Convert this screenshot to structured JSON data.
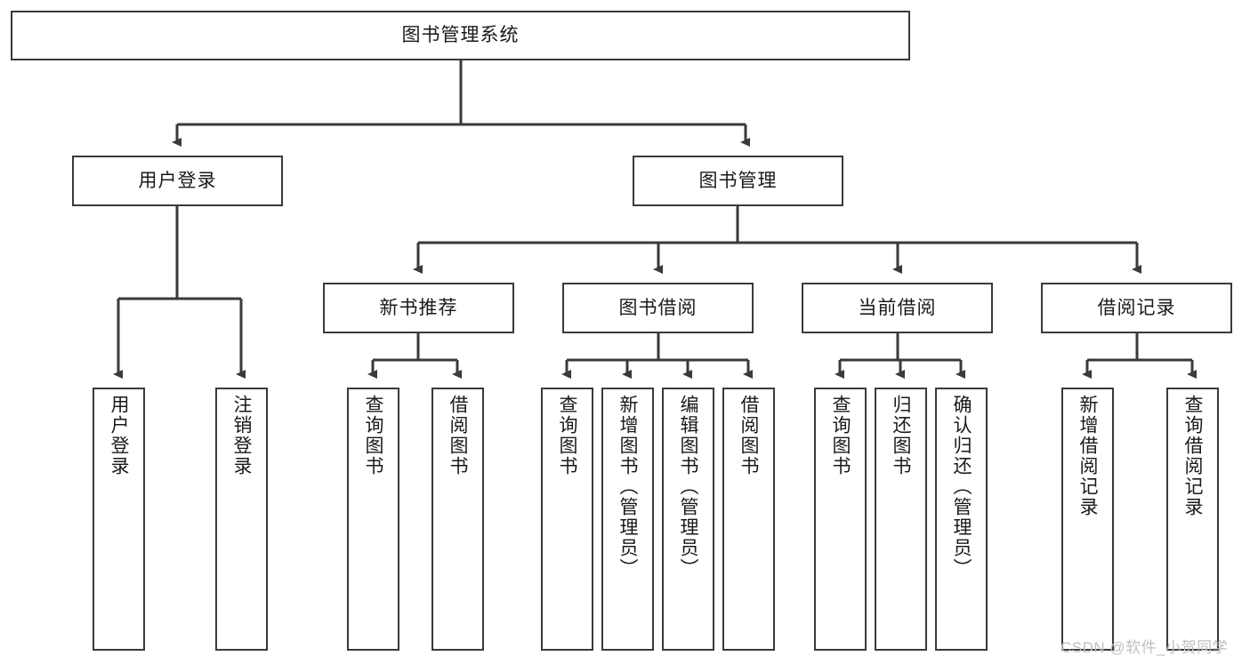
{
  "diagram": {
    "type": "tree-hierarchy-chart",
    "title": "图书管理系统",
    "stroke_color": "#3a3a3a",
    "fill_color": "#ffffff",
    "text_color": "#1a1a1a",
    "root": {
      "id": "root",
      "label": "图书管理系统"
    },
    "level2": [
      {
        "id": "user-login",
        "label": "用户登录"
      },
      {
        "id": "book-manage",
        "label": "图书管理"
      }
    ],
    "level3": [
      {
        "id": "new-book-rec",
        "label": "新书推荐",
        "parent": "book-manage"
      },
      {
        "id": "book-borrow",
        "label": "图书借阅",
        "parent": "book-manage"
      },
      {
        "id": "current-borrow",
        "label": "当前借阅",
        "parent": "book-manage"
      },
      {
        "id": "borrow-record",
        "label": "借阅记录",
        "parent": "book-manage"
      }
    ],
    "leaves": {
      "user_login": [
        {
          "id": "leaf-user-login",
          "label": "用户登录"
        },
        {
          "id": "leaf-logout",
          "label": "注销登录"
        }
      ],
      "new_book_rec": [
        {
          "id": "leaf-query-book-1",
          "label": "查询图书"
        },
        {
          "id": "leaf-borrow-book-1",
          "label": "借阅图书"
        }
      ],
      "book_borrow": [
        {
          "id": "leaf-query-book-2",
          "label": "查询图书"
        },
        {
          "id": "leaf-add-book",
          "label": "新增图书（管理员）"
        },
        {
          "id": "leaf-edit-book",
          "label": "编辑图书（管理员）"
        },
        {
          "id": "leaf-borrow-book-2",
          "label": "借阅图书"
        }
      ],
      "current_borrow": [
        {
          "id": "leaf-query-book-3",
          "label": "查询图书"
        },
        {
          "id": "leaf-return-book",
          "label": "归还图书"
        },
        {
          "id": "leaf-confirm-return",
          "label": "确认归还（管理员）"
        }
      ],
      "borrow_record": [
        {
          "id": "leaf-add-record",
          "label": "新增借阅记录"
        },
        {
          "id": "leaf-query-record",
          "label": "查询借阅记录"
        }
      ]
    }
  },
  "watermark": {
    "text": "CSDN @软件_小贺同学"
  }
}
